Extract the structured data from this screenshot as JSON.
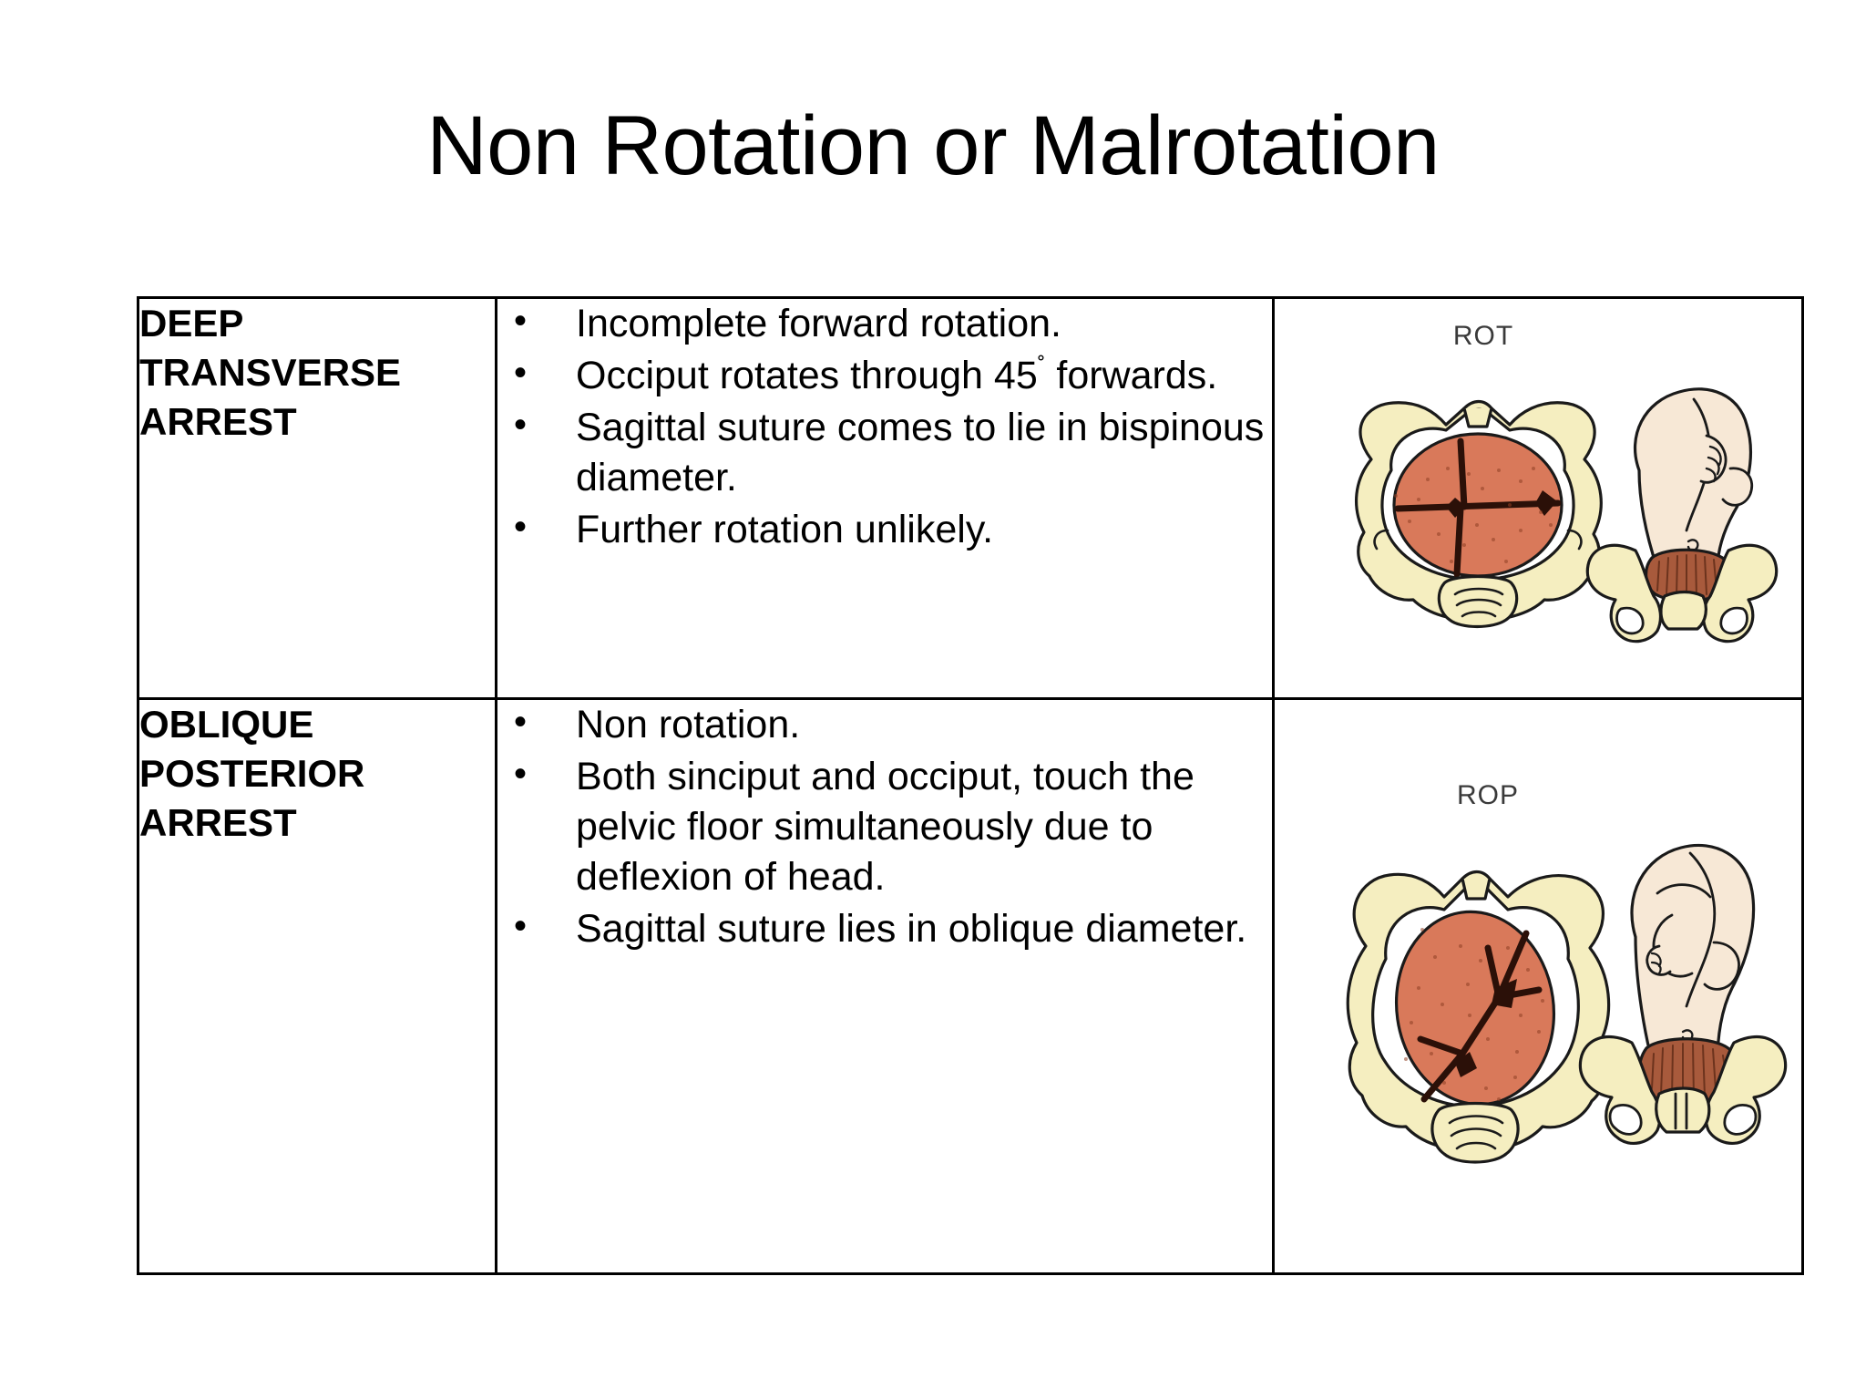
{
  "slide": {
    "title": "Non Rotation or Malrotation"
  },
  "colors": {
    "bone": "#f5eec0",
    "bone_shadow": "#e6da9c",
    "head": "#d9795a",
    "head_light": "#e89476",
    "skin": "#f7e8d6",
    "skin_shadow": "#eed8bf",
    "hair": "#a85a3c",
    "outline": "#1a1a1a",
    "text": "#000000",
    "label": "#3a3a3a",
    "border": "#000000"
  },
  "table": {
    "rows": [
      {
        "term": "DEEP TRANSVERSE ARREST",
        "points": [
          {
            "text": "Incomplete forward rotation.",
            "suffix": ""
          },
          {
            "text": "Occiput rotates through 45",
            "suffix": "˚ forwards."
          },
          {
            "text": "Sagittal suture comes to lie in bispinous diameter.",
            "suffix": ""
          },
          {
            "text": "Further rotation unlikely.",
            "suffix": ""
          }
        ],
        "figure": {
          "label": "ROT",
          "name": "right-occiput-transverse-diagram",
          "caption_meaning": "Right Occiput Transverse"
        }
      },
      {
        "term": "OBLIQUE POSTERIOR ARREST",
        "points": [
          {
            "text": "Non rotation.",
            "suffix": ""
          },
          {
            "text": "Both sinciput and occiput, touch the pelvic floor simultaneously due to deflexion of head.",
            "suffix": ""
          },
          {
            "text": "Sagittal suture lies in oblique diameter.",
            "suffix": ""
          }
        ],
        "figure": {
          "label": "ROP",
          "name": "right-occiput-posterior-diagram",
          "caption_meaning": "Right Occiput Posterior"
        }
      }
    ]
  }
}
